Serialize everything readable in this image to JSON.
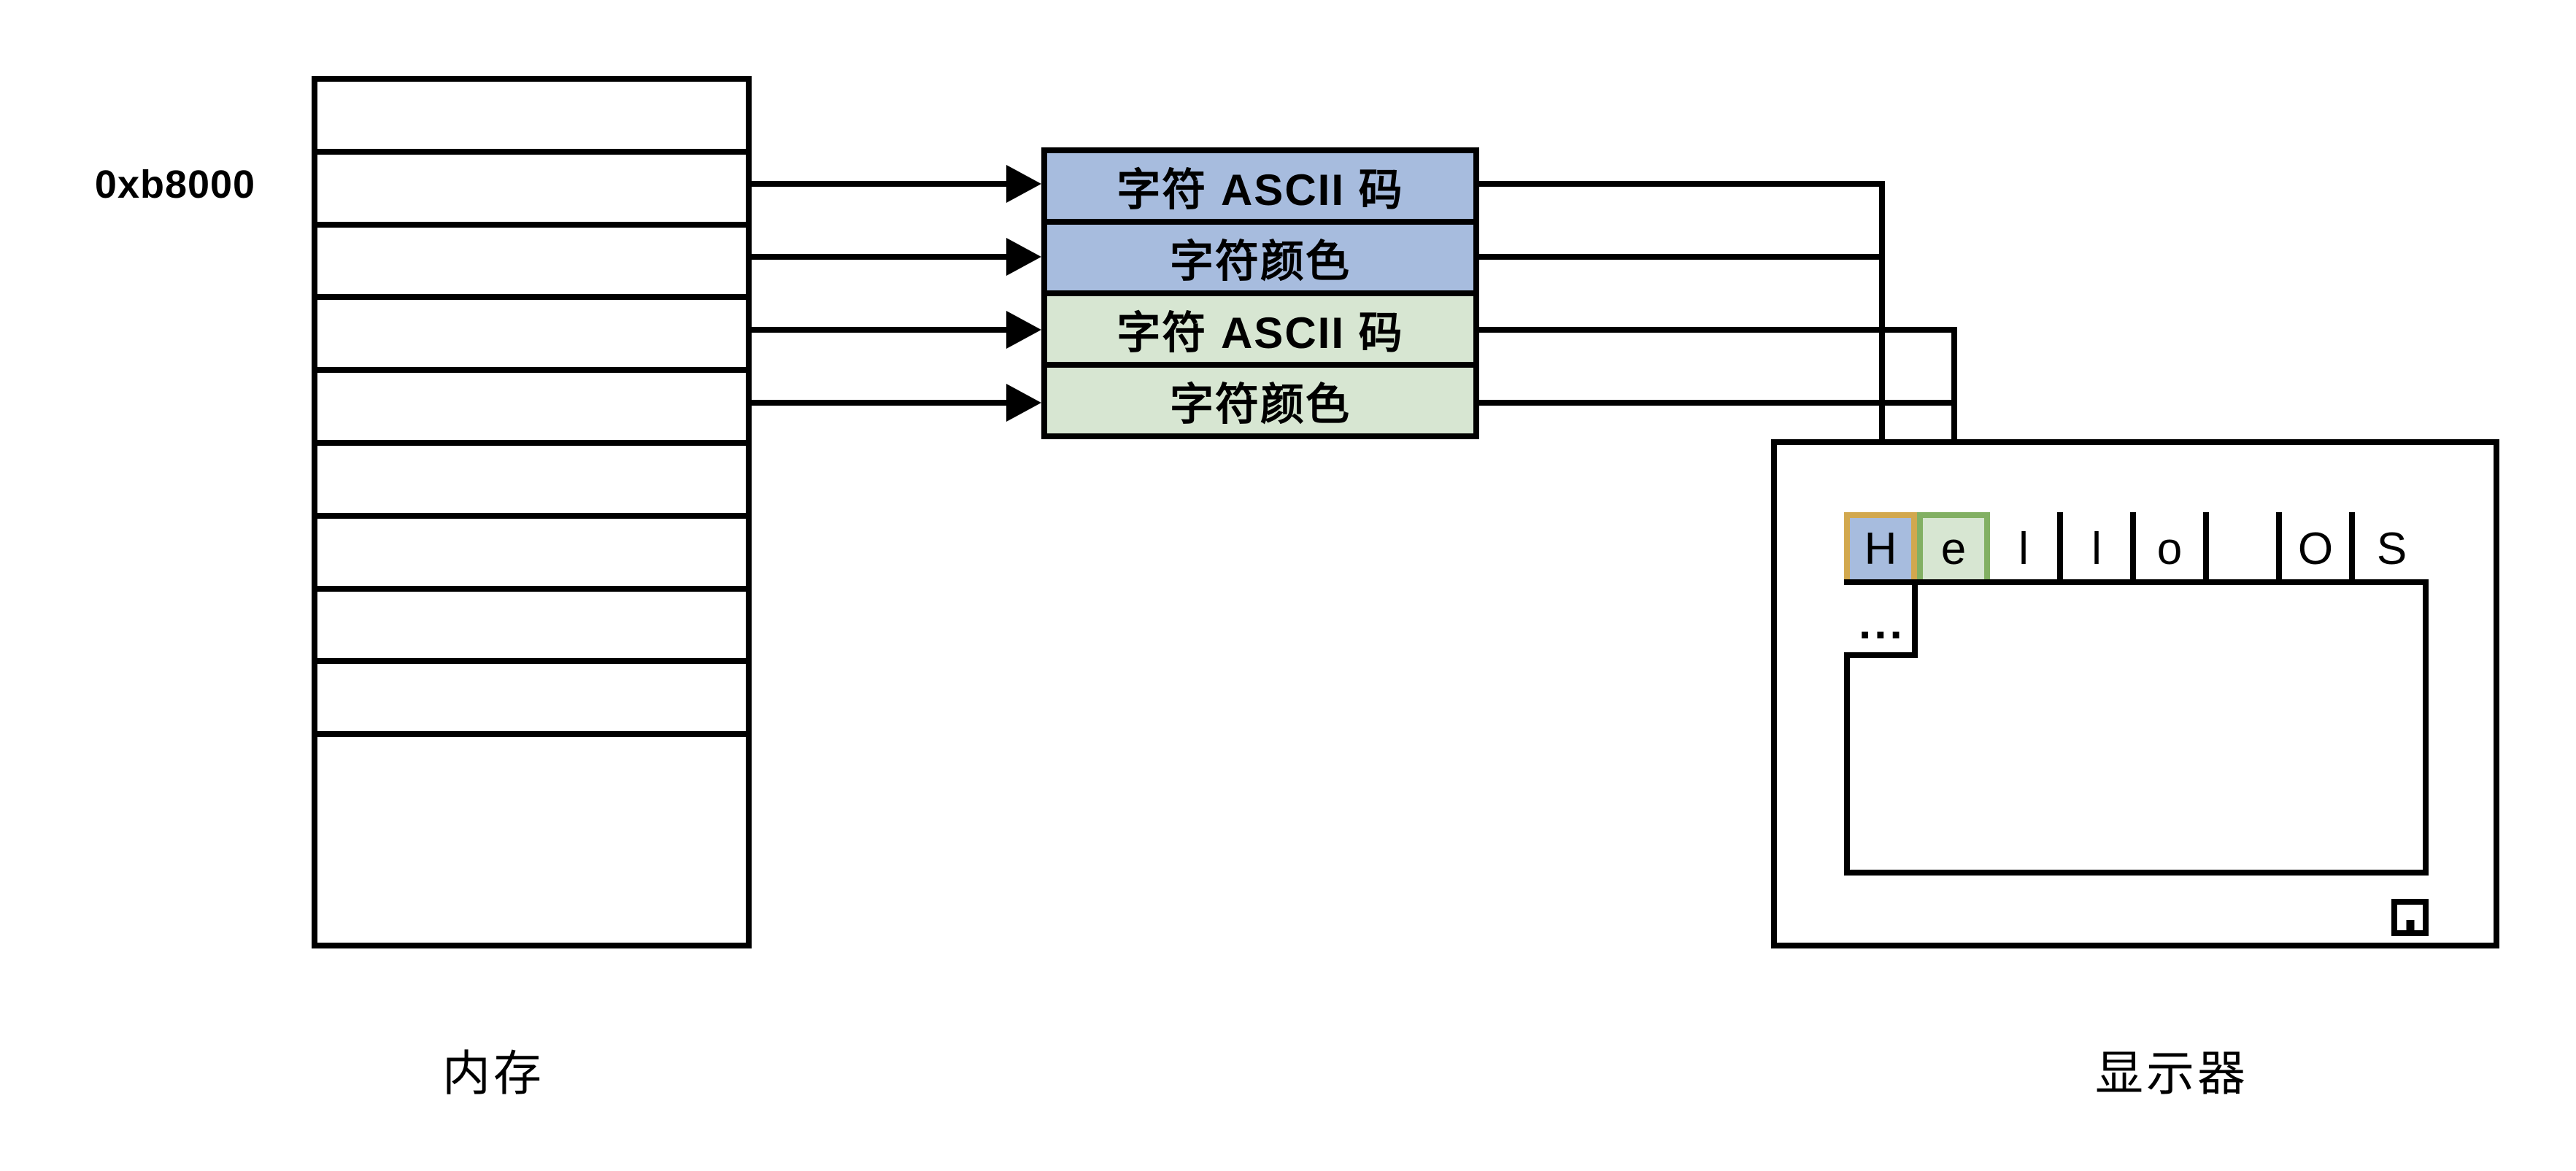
{
  "memory": {
    "address_label": "0xb8000",
    "caption": "内存",
    "row_count": 10
  },
  "char_attr_box": {
    "rows": [
      {
        "label": "字符 ASCII 码",
        "color": "blue"
      },
      {
        "label": "字符颜色",
        "color": "blue"
      },
      {
        "label": "字符 ASCII 码",
        "color": "green"
      },
      {
        "label": "字符颜色",
        "color": "green"
      }
    ]
  },
  "display": {
    "caption": "显示器",
    "cells": [
      "H",
      "e",
      "l",
      "l",
      "o",
      "",
      "O",
      "S"
    ],
    "overflow_ellipsis": "...",
    "highlighted_cells": [
      {
        "char": "H",
        "fill": "#a7bcde",
        "border": "#d2a84e"
      },
      {
        "char": "e",
        "fill": "#d7e6d2",
        "border": "#82b063"
      }
    ]
  },
  "colors": {
    "attr_blue_fill": "#a7bcde",
    "attr_green_fill": "#d7e6d2",
    "highlight_orange_border": "#d2a84e",
    "highlight_green_border": "#82b063",
    "line_black": "#000000",
    "background": "#ffffff"
  }
}
